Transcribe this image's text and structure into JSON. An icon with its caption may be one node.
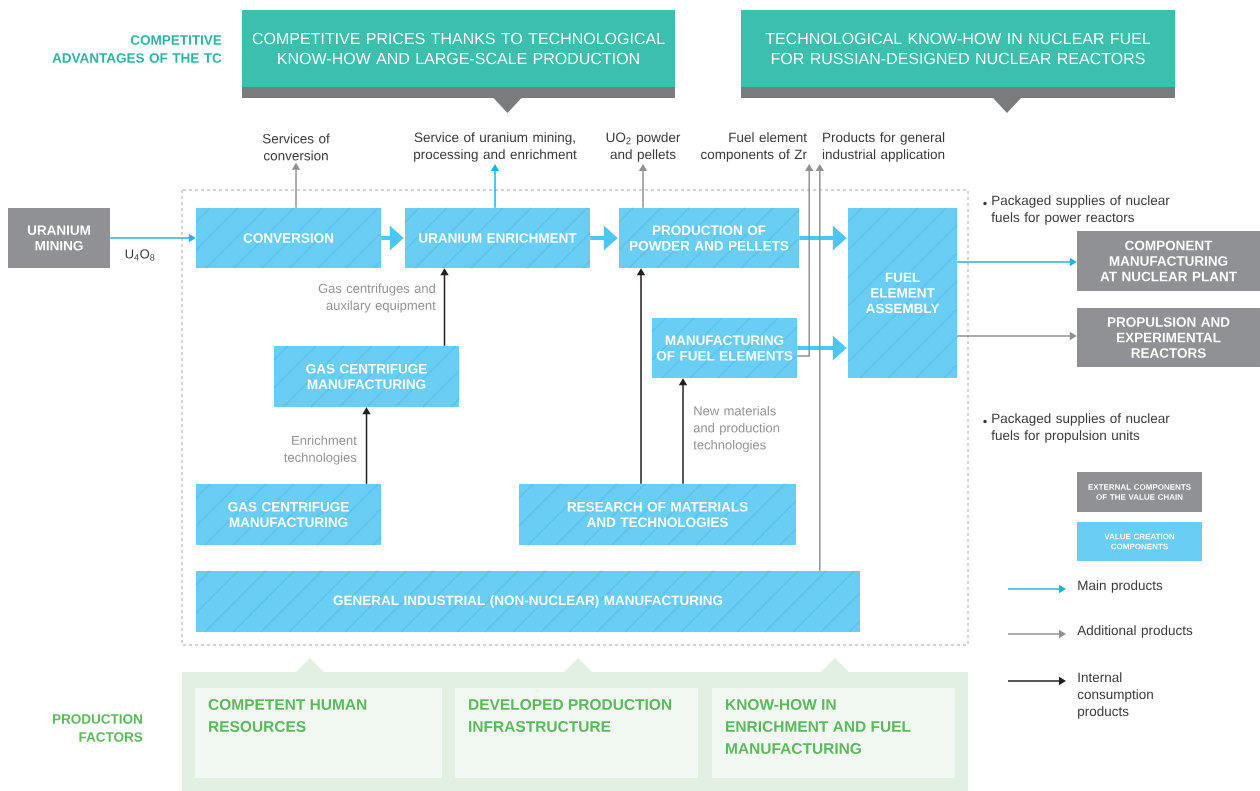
{
  "diagram": {
    "nodes": [
      {
        "text": [
          "COMPETITIVE PRICES THANKS TO TECHNOLOGICAL KNOW-HOW AND LARGE-SCALE PRODUCTION"
        ]
      },
      {
        "text": [
          "TECHNOLOGICAL KNOW-HOW IN NUCLEAR FUEL FOR RUSSIAN-DESIGNED NUCLEAR REACTORS"
        ]
      },
      {
        "text": [
          "Services of conversion"
        ]
      },
      {
        "text": [
          "Service of uranium mining, processing and enrichment"
        ]
      },
      {
        "text": [
          "UO$_{2}$ powder and pellets"
        ]
      },
      {
        "text": [
          "Fuel element components of Zr"
        ]
      },
      {
        "text": [
          "Products for general industrial application"
        ]
      },
      {
        "text": [
          "URANIUM MINING"
        ]
      },
      {
        "text": [
          "CONVERSION"
        ]
      },
      {
        "text": [
          "URANIUM ENRICHMENT"
        ]
      },
      {
        "text": [
          "PRODUCTION OF POWDER AND PELLETS"
        ]
      },
      {
        "text": [
          "FUEL ELEMENT ASSEMBLY"
        ]
      },
      {
        "text": [
          "MANUFACTURING OF FUEL ELEMENTS"
        ]
      },
      {
        "text": [
          "GAS CENTRIFUGE MANUFACTURING"
        ]
      },
      {
        "text": [
          "GAS CENTRIFUGE MANUFACTURING"
        ]
      },
      {
        "text": [
          "RESEARCH OF MATERIALS AND TECHNOLOGIES"
        ]
      },
      {
        "text": [
          "GENERAL INDUSTRIAL (NON-NUCLEAR) MANUFACTURING"
        ]
      },
      {
        "text": [
          "COMPONENT MANUFACTURING AT NUCLEAR PLANT"
        ]
      },
      {
        "text": [
          "PROPULSION AND EXPERIMENTAL REACTORS"
        ]
      },
      {
        "text": [],
        "shape": "box"
      },
      {
        "text": [
          "COMPETENT HUMAN RESOURCES"
        ],
        "in": 19
      },
      {
        "text": [
          "DEVELOPED PRODUCTION INFRASTRUCTURE"
        ],
        "in": 19
      },
      {
        "text": [
          "KNOW-HOW IN ENRICHMENT AND FUEL MANUFACTURING"
        ],
        "in": 19
      }
    ],
    "edges": [
      {
        "from": 7,
        "to": 8,
        "arrow": "to",
        "label": "U$_{4}$O$_{8}$",
        "color": "#1ab4e8"
      },
      {
        "from": 8,
        "to": 9,
        "arrow": "to",
        "style": "thick",
        "color": "#4cc6f2"
      },
      {
        "from": 9,
        "to": 10,
        "arrow": "to",
        "style": "thick",
        "color": "#4cc6f2"
      },
      {
        "from": 10,
        "to": 11,
        "arrow": "to",
        "style": "thick",
        "color": "#4cc6f2"
      },
      {
        "from": 12,
        "to": 11,
        "arrow": "to",
        "style": "thick",
        "color": "#4cc6f2"
      },
      {
        "from": 8,
        "to": 2,
        "arrow": "to",
        "color": "#8f9194"
      },
      {
        "from": 9,
        "to": 3,
        "arrow": "to",
        "color": "#1ab4e8"
      },
      {
        "from": 10,
        "to": 4,
        "arrow": "to",
        "color": "#8f9194"
      },
      {
        "from": 12,
        "to": 5,
        "arrow": "to",
        "color": "#8f9194"
      },
      {
        "from": 16,
        "to": 6,
        "arrow": "to",
        "color": "#8f9194"
      },
      {
        "from": 13,
        "to": 9,
        "arrow": "to",
        "color": "#231f20",
        "label": "Gas centrifuges and auxilary equipment"
      },
      {
        "from": 14,
        "to": 13,
        "arrow": "to",
        "color": "#231f20",
        "label": "Enrichment technologies"
      },
      {
        "from": 15,
        "to": 10,
        "arrow": "to",
        "color": "#231f20"
      },
      {
        "from": 15,
        "to": 12,
        "arrow": "to",
        "color": "#231f20",
        "label": "New materials and production technologies"
      },
      {
        "from": 11,
        "to": 17,
        "arrow": "to",
        "color": "#1ab4e8"
      },
      {
        "from": 11,
        "to": 18,
        "arrow": "to",
        "color": "#8f9194"
      }
    ],
    "labels": [
      "COMPETITIVE ADVANTAGES OF THE TC",
      "Packaged supplies of nuclear fuels for power reactors",
      "Packaged supplies of nuclear fuels for propulsion units",
      "PRODUCTION FACTORS"
    ],
    "legend": [
      {
        "text": "EXTERNAL COMPONENTS OF THE VALUE CHAIN",
        "color": "#8f9194"
      },
      {
        "text": "VALUE CREATION COMPONENTS",
        "color": "#6acdf4"
      },
      {
        "text": "Main products"
      },
      {
        "text": "Additional products"
      },
      {
        "text": "Internal consumption products"
      }
    ]
  }
}
